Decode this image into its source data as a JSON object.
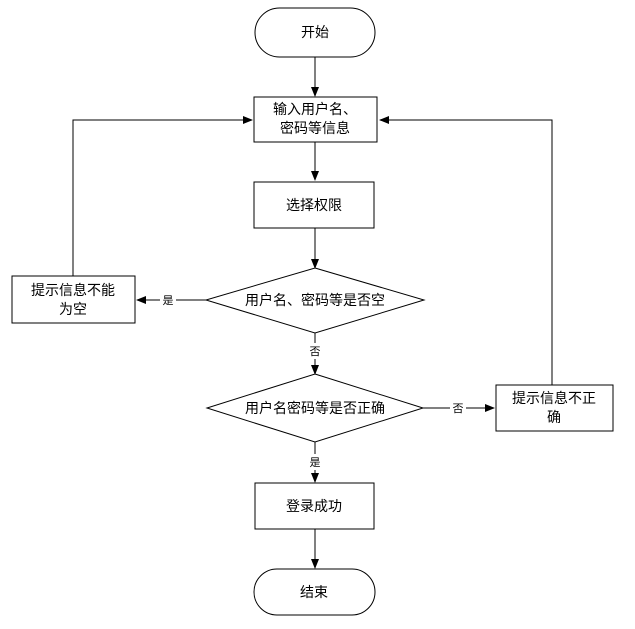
{
  "nodes": {
    "start": "开始",
    "input_line1": "输入用户名、",
    "input_line2": "密码等信息",
    "select_role": "选择权限",
    "check_empty": "用户名、密码等是否空",
    "check_correct": "用户名密码等是否正确",
    "empty_hint_line1": "提示信息不能",
    "empty_hint_line2": "为空",
    "wrong_hint_line1": "提示信息不正",
    "wrong_hint_line2": "确",
    "login_success": "登录成功",
    "end": "结束"
  },
  "edges": {
    "empty_yes": "是",
    "empty_no": "否",
    "correct_no": "否",
    "correct_yes": "是"
  }
}
